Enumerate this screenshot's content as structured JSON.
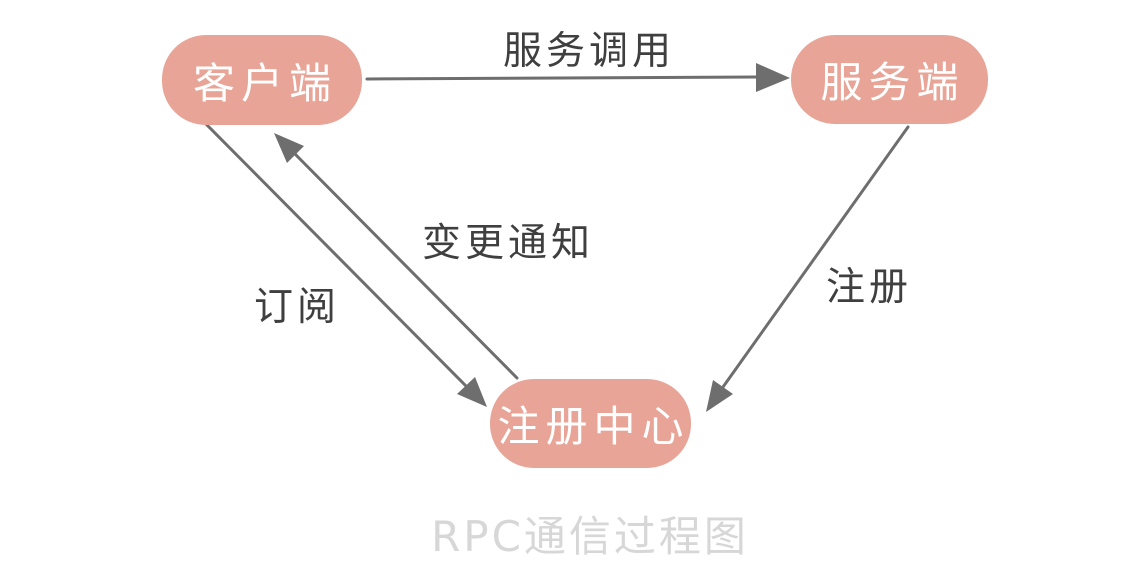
{
  "title": "RPC通信过程图",
  "nodes": {
    "client": {
      "label": "客户端"
    },
    "server": {
      "label": "服务端"
    },
    "registry": {
      "label": "注册中心"
    }
  },
  "edges": {
    "service_call": {
      "label": "服务调用",
      "from": "客户端",
      "to": "服务端"
    },
    "register": {
      "label": "注册",
      "from": "服务端",
      "to": "注册中心"
    },
    "subscribe": {
      "label": "订阅",
      "from": "客户端",
      "to": "注册中心"
    },
    "change_notification": {
      "label": "变更通知",
      "from": "注册中心",
      "to": "客户端"
    }
  },
  "colors": {
    "node_fill": "#e8a496",
    "node_text": "#ffffff",
    "arrow": "#6e6e6e",
    "edge_label_text": "#3f3f3f",
    "title_text": "#d7d7d7",
    "background": "#ffffff"
  }
}
